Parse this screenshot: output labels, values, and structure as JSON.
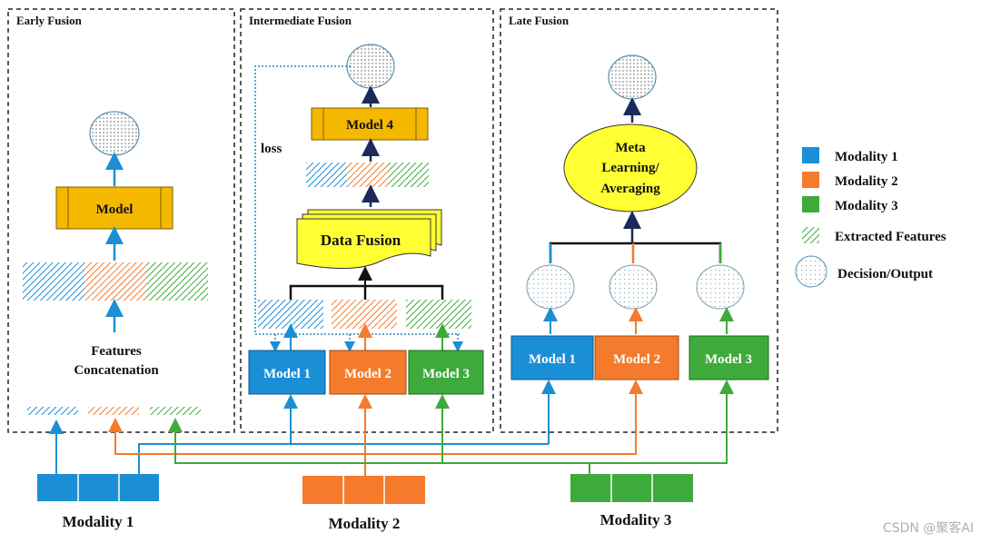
{
  "panels": {
    "early": {
      "title": "Early Fusion",
      "features_line1": "Features",
      "features_line2": "Concatenation",
      "model_label": "Model"
    },
    "intermediate": {
      "title": "Intermediate Fusion",
      "loss_label": "loss",
      "data_fusion_label": "Data Fusion",
      "model4_label": "Model 4",
      "model1_label": "Model 1",
      "model2_label": "Model 2",
      "model3_label": "Model 3"
    },
    "late": {
      "title": "Late Fusion",
      "meta_line1": "Meta",
      "meta_line2": "Learning/",
      "meta_line3": "Averaging",
      "model1_label": "Model 1",
      "model2_label": "Model 2",
      "model3_label": "Model 3"
    }
  },
  "legend": {
    "modality1": "Modality  1",
    "modality2": "Modality  2",
    "modality3": "Modality  3",
    "extracted": "Extracted Features",
    "decision": "Decision/Output"
  },
  "inputs": {
    "modality1": "Modality 1",
    "modality2": "Modality 2",
    "modality3": "Modality 3"
  },
  "watermark": "CSDN @聚客AI",
  "colors": {
    "blue": "#1b8fd6",
    "orange": "#f47b2b",
    "green": "#3faa3c",
    "gold": "#f5b800",
    "yellow": "#ffff33"
  }
}
